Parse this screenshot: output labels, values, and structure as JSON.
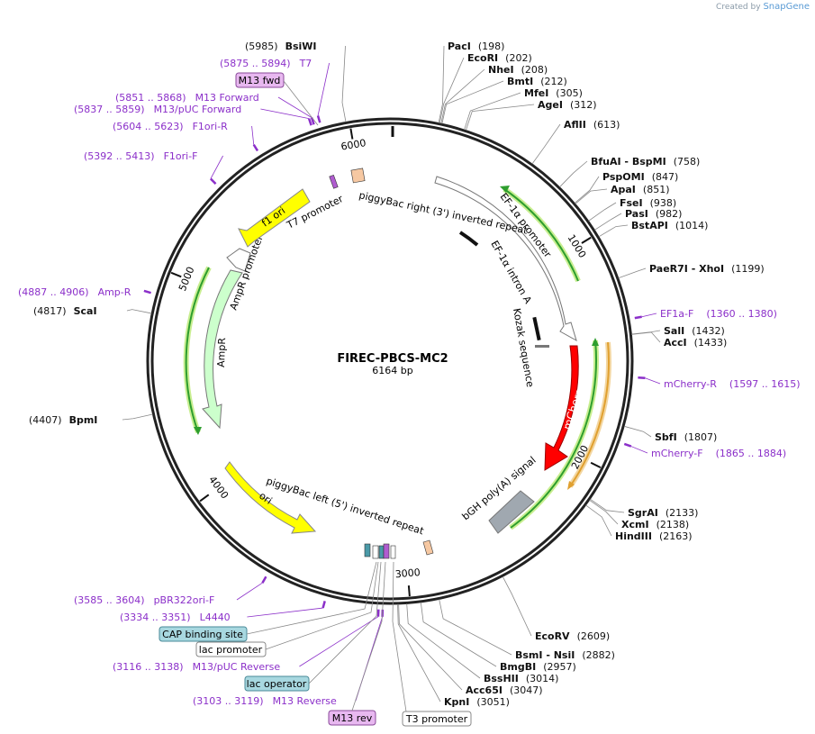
{
  "branding": {
    "created_by": "Created by",
    "app": "SnapGene"
  },
  "plasmid": {
    "name": "FIREC-PBCS-MC2",
    "length_label": "6164 bp",
    "length": 6164
  },
  "ticks": [
    {
      "pos": 1000,
      "label": "1000"
    },
    {
      "pos": 2000,
      "label": "2000"
    },
    {
      "pos": 3000,
      "label": "3000"
    },
    {
      "pos": 4000,
      "label": "4000"
    },
    {
      "pos": 5000,
      "label": "5000"
    },
    {
      "pos": 6000,
      "label": "6000"
    }
  ],
  "sites": [
    {
      "name": "PacI",
      "pos_label": "(198)",
      "pos": 198
    },
    {
      "name": "EcoRI",
      "pos_label": "(202)",
      "pos": 202
    },
    {
      "name": "NheI",
      "pos_label": "(208)",
      "pos": 208
    },
    {
      "name": "BmtI",
      "pos_label": "(212)",
      "pos": 212
    },
    {
      "name": "MfeI",
      "pos_label": "(305)",
      "pos": 305
    },
    {
      "name": "AgeI",
      "pos_label": "(312)",
      "pos": 312
    },
    {
      "name": "AflII",
      "pos_label": "(613)",
      "pos": 613
    },
    {
      "name": "BfuAI - BspMI",
      "pos_label": "(758)",
      "pos": 758
    },
    {
      "name": "PspOMI",
      "pos_label": "(847)",
      "pos": 847
    },
    {
      "name": "ApaI",
      "pos_label": "(851)",
      "pos": 851
    },
    {
      "name": "FseI",
      "pos_label": "(938)",
      "pos": 938
    },
    {
      "name": "PasI",
      "pos_label": "(982)",
      "pos": 982
    },
    {
      "name": "BstAPI",
      "pos_label": "(1014)",
      "pos": 1014
    },
    {
      "name": "PaeR7I - XhoI",
      "pos_label": "(1199)",
      "pos": 1199
    },
    {
      "name": "SalI",
      "pos_label": "(1432)",
      "pos": 1432
    },
    {
      "name": "AccI",
      "pos_label": "(1433)",
      "pos": 1433
    },
    {
      "name": "SbfI",
      "pos_label": "(1807)",
      "pos": 1807
    },
    {
      "name": "SgrAI",
      "pos_label": "(2133)",
      "pos": 2133
    },
    {
      "name": "XcmI",
      "pos_label": "(2138)",
      "pos": 2138
    },
    {
      "name": "HindIII",
      "pos_label": "(2163)",
      "pos": 2163
    },
    {
      "name": "EcoRV",
      "pos_label": "(2609)",
      "pos": 2609
    },
    {
      "name": "BsmI - NsiI",
      "pos_label": "(2882)",
      "pos": 2882
    },
    {
      "name": "BmgBI",
      "pos_label": "(2957)",
      "pos": 2957
    },
    {
      "name": "BssHII",
      "pos_label": "(3014)",
      "pos": 3014
    },
    {
      "name": "Acc65I",
      "pos_label": "(3047)",
      "pos": 3047
    },
    {
      "name": "KpnI",
      "pos_label": "(3051)",
      "pos": 3051
    },
    {
      "name": "BpmI",
      "pos_label": "(4407)",
      "pos": 4407
    },
    {
      "name": "ScaI",
      "pos_label": "(4817)",
      "pos": 4817
    },
    {
      "name": "BsiWI",
      "pos_label": "(5985)",
      "pos": 5985
    }
  ],
  "primers": [
    {
      "name": "EF1a-F",
      "range": "(1360 .. 1380)"
    },
    {
      "name": "mCherry-R",
      "range": "(1597 .. 1615)"
    },
    {
      "name": "mCherry-F",
      "range": "(1865 .. 1884)"
    },
    {
      "name": "pBR322ori-F",
      "range": "(3585 .. 3604)"
    },
    {
      "name": "L4440",
      "range": "(3334 .. 3351)"
    },
    {
      "name": "M13/pUC Reverse",
      "range": "(3116 .. 3138)"
    },
    {
      "name": "M13 Reverse",
      "range": "(3103 .. 3119)"
    },
    {
      "name": "Amp-R",
      "range": "(4887 .. 4906)"
    },
    {
      "name": "F1ori-F",
      "range": "(5392 .. 5413)"
    },
    {
      "name": "F1ori-R",
      "range": "(5604 .. 5623)"
    },
    {
      "name": "M13/pUC Forward",
      "range": "(5837 .. 5859)"
    },
    {
      "name": "M13 Forward",
      "range": "(5851 .. 5868)"
    },
    {
      "name": "T7",
      "range": "(5875 .. 5894)"
    }
  ],
  "boxed_labels": {
    "m13fwd": "M13 fwd",
    "cap": "CAP binding site",
    "lacprom": "lac promoter",
    "lacop": "lac operator",
    "m13rev": "M13 rev",
    "t3": "T3 promoter"
  },
  "features": {
    "pb_right": "piggyBac right (3') inverted repeat",
    "ef1a_prom": "EF-1α promoter",
    "ef1a_intron": "EF-1α intron A",
    "kozak": "Kozak sequence",
    "mcherry": "mCherry",
    "bgh": "bGH poly(A) signal",
    "pb_left": "piggyBac left (5') inverted repeat",
    "ori": "ori",
    "ampr": "AmpR",
    "ampr_prom": "AmpR promoter",
    "f1ori": "f1 ori",
    "t7prom": "T7 promoter"
  },
  "colors": {
    "mcherry": "#ff0000",
    "f1ori": "#ffff00",
    "ori": "#ffff00",
    "ampr": "#ccffcc",
    "primer": "#8b2fc9",
    "green_orf": "#2e9e2e",
    "orange_orf": "#e0a030",
    "bgh": "#a0a8b0"
  }
}
